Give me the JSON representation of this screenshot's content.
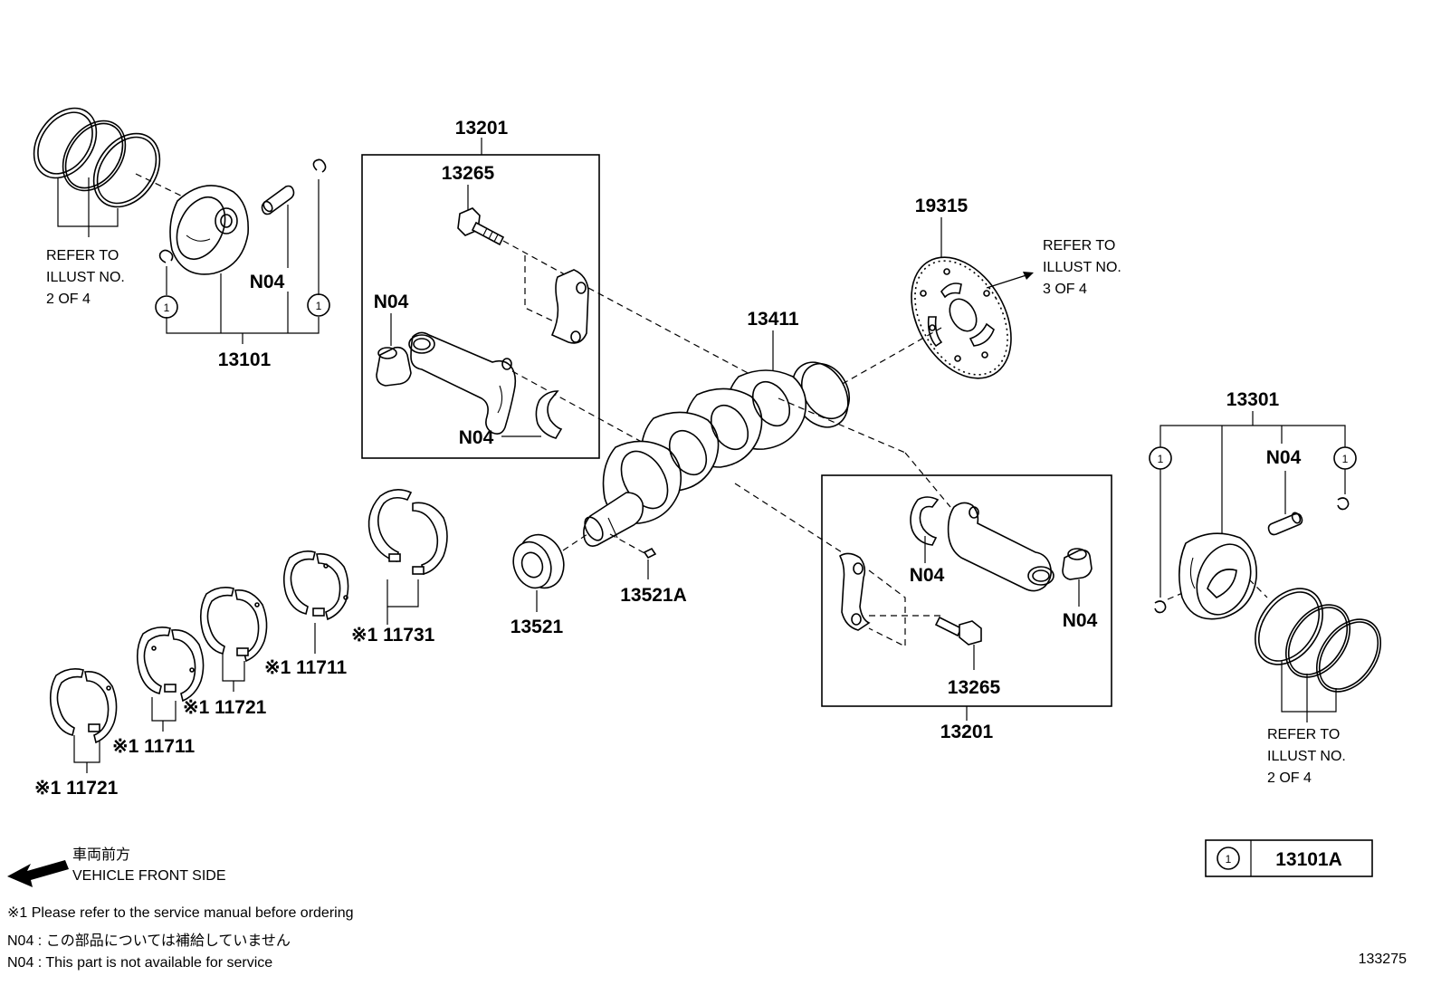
{
  "labels": {
    "conn_rod_top": "13201",
    "conn_rod_bottom": "13201",
    "bolt_top": "13265",
    "bolt_bottom": "13265",
    "flywheel_plate": "19315",
    "crankshaft": "13411",
    "piston_left": "13101",
    "piston_right": "13301",
    "n04_piston_left": "N04",
    "n04_bush_top": "N04",
    "n04_bearing_top": "N04",
    "n04_bearing_bottom": "N04",
    "n04_bush_bottom": "N04",
    "n04_piston_right": "N04",
    "gear": "13521",
    "key": "13521A",
    "bearing_11731": "※1 11731",
    "bearing_11711_a": "※1 11711",
    "bearing_11721_a": "※1 11721",
    "bearing_11711_b": "※1 11711",
    "bearing_11721_b": "※1 11721",
    "doc_number": "133275"
  },
  "refer_left": [
    "REFER TO",
    "ILLUST NO.",
    "2 OF 4"
  ],
  "refer_plate": [
    "REFER TO",
    "ILLUST NO.",
    "3 OF 4"
  ],
  "refer_right": [
    "REFER TO",
    "ILLUST NO.",
    "2 OF 4"
  ],
  "callout": {
    "marker": "1",
    "part": "13101A"
  },
  "front_side": {
    "japanese": "車両前方",
    "english": "VEHICLE FRONT SIDE"
  },
  "notes": {
    "service_manual": "※1 Please refer to the service manual before ordering",
    "n04_japanese": "N04 : この部品については補給していません",
    "n04_english": "N04 : This part is not available for service"
  },
  "colors": {
    "line": "#000000",
    "background": "#ffffff"
  }
}
